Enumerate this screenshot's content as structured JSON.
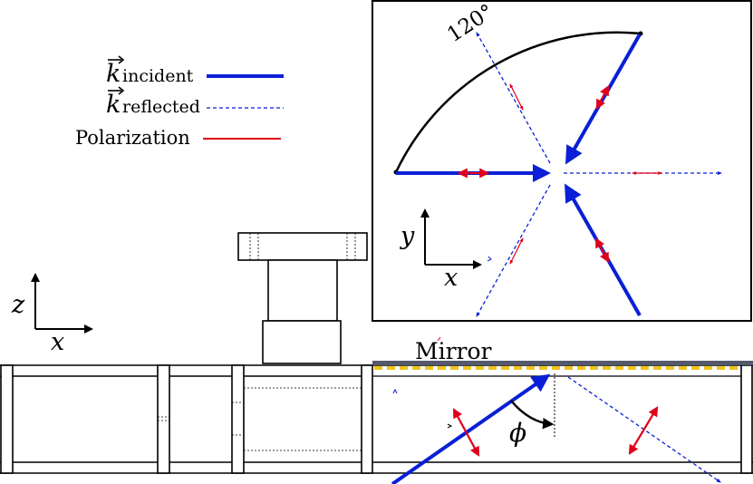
{
  "legend": {
    "incident_symbol": "k",
    "incident_sub": "incident",
    "reflected_symbol": "k",
    "reflected_sub": "reflected",
    "polarization": "Polarization"
  },
  "inset": {
    "angle_label": "120°",
    "y_axis": "y",
    "x_axis": "x"
  },
  "side_view": {
    "z_axis": "z",
    "x_axis": "x",
    "mirror_label": "Mirror",
    "phi_label": "ϕ"
  },
  "colors": {
    "beam": "#0a1fd6",
    "polarization": "#e0001b",
    "mirror_strip": "#f0c419",
    "outline": "#000000"
  }
}
